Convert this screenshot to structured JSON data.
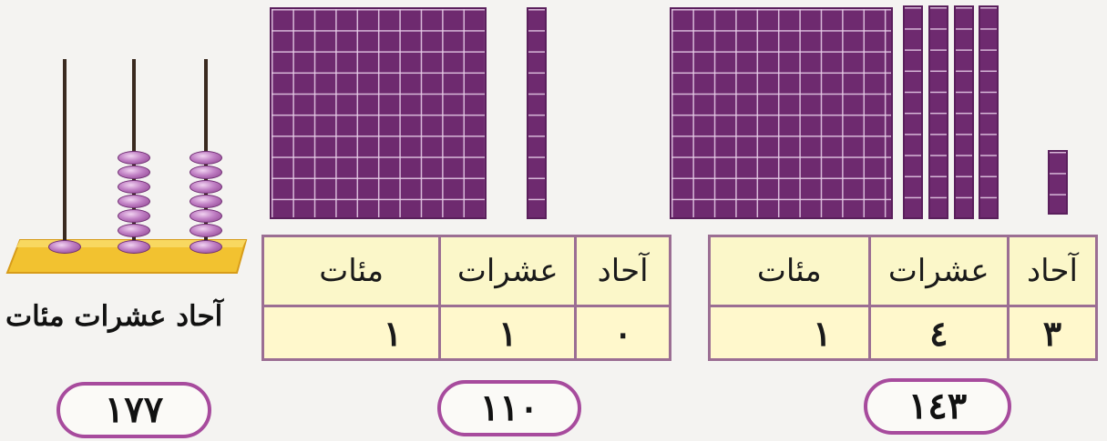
{
  "abacus": {
    "labels": "آحاد عشرات مئات",
    "colors": {
      "base": "#f4c842",
      "bead": "#b06cb4",
      "post": "#3a2a20"
    }
  },
  "number_labels": {
    "abacus_number": "١٧٧",
    "middle_number": "١١٠",
    "right_number": "١٤٣"
  },
  "middle_table": {
    "headers": [
      "مئات",
      "عشرات",
      "آحاد"
    ],
    "values": [
      "١",
      "١",
      "٠"
    ]
  },
  "right_table": {
    "headers": [
      "مئات",
      "عشرات",
      "آحاد"
    ],
    "values": [
      "١",
      "٤",
      "٣"
    ]
  },
  "blocks": {
    "middle": {
      "hundreds": 1,
      "tens": 1,
      "ones": 0
    },
    "right": {
      "hundreds": 1,
      "tens": 4,
      "ones": 3
    },
    "color": "#6e2a6f"
  }
}
